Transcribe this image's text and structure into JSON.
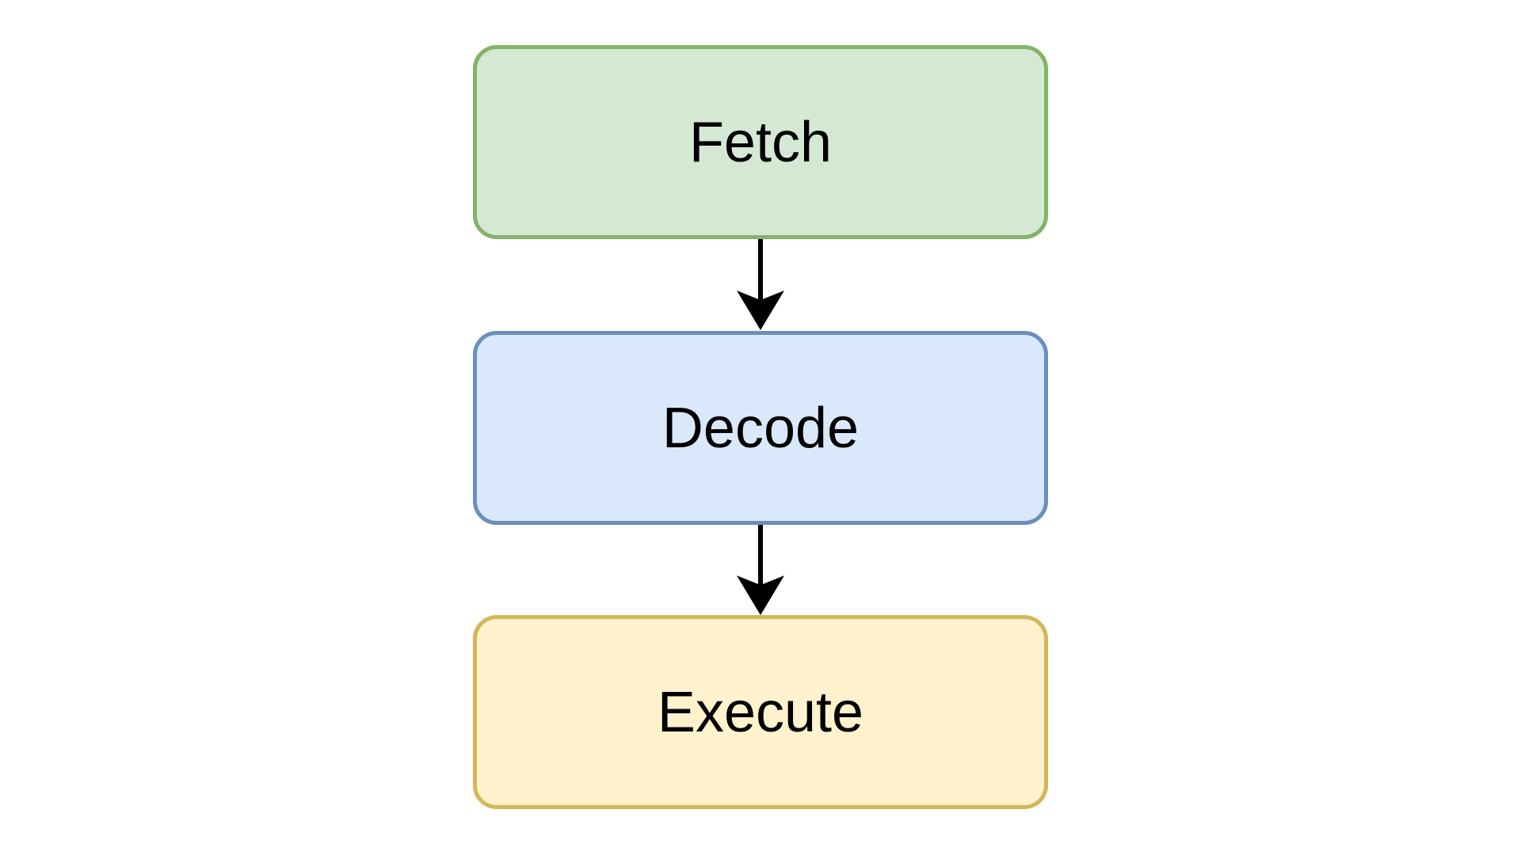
{
  "diagram": {
    "type": "flowchart",
    "background_color": "#ffffff",
    "text_color": "#000000",
    "edge_color": "#000000",
    "nodes": [
      {
        "id": "fetch",
        "label": "Fetch",
        "fill": "#d5e8d4",
        "stroke": "#82b366"
      },
      {
        "id": "decode",
        "label": "Decode",
        "fill": "#dae8fc",
        "stroke": "#6c8ebf"
      },
      {
        "id": "execute",
        "label": "Execute",
        "fill": "#fff2cc",
        "stroke": "#d6b656"
      }
    ],
    "edges": [
      {
        "from": "fetch",
        "to": "decode"
      },
      {
        "from": "decode",
        "to": "execute"
      }
    ]
  }
}
